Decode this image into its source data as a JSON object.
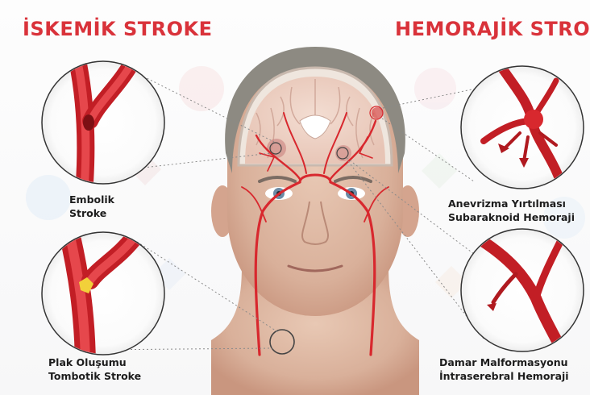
{
  "headings": {
    "ischemic": "İSKEMİK STROKE",
    "hemorrhagic": "HEMORAJİK STROK"
  },
  "callouts": {
    "embolic": {
      "line1": "Embolik",
      "line2": "Stroke"
    },
    "thrombotic": {
      "line1": "Plak Oluşumu",
      "line2": "Tombotik Stroke"
    },
    "aneurysm": {
      "line1": "Anevrizma Yırtılması",
      "line2": "Subaraknoid Hemoraji"
    },
    "avm": {
      "line1": "Damar Malformasyonu",
      "line2": "İntraserebral Hemoraji"
    }
  },
  "colors": {
    "heading": "#d9323a",
    "artery": "#d8282e",
    "artery_dark": "#a81a20",
    "caption": "#1d1d1d"
  }
}
